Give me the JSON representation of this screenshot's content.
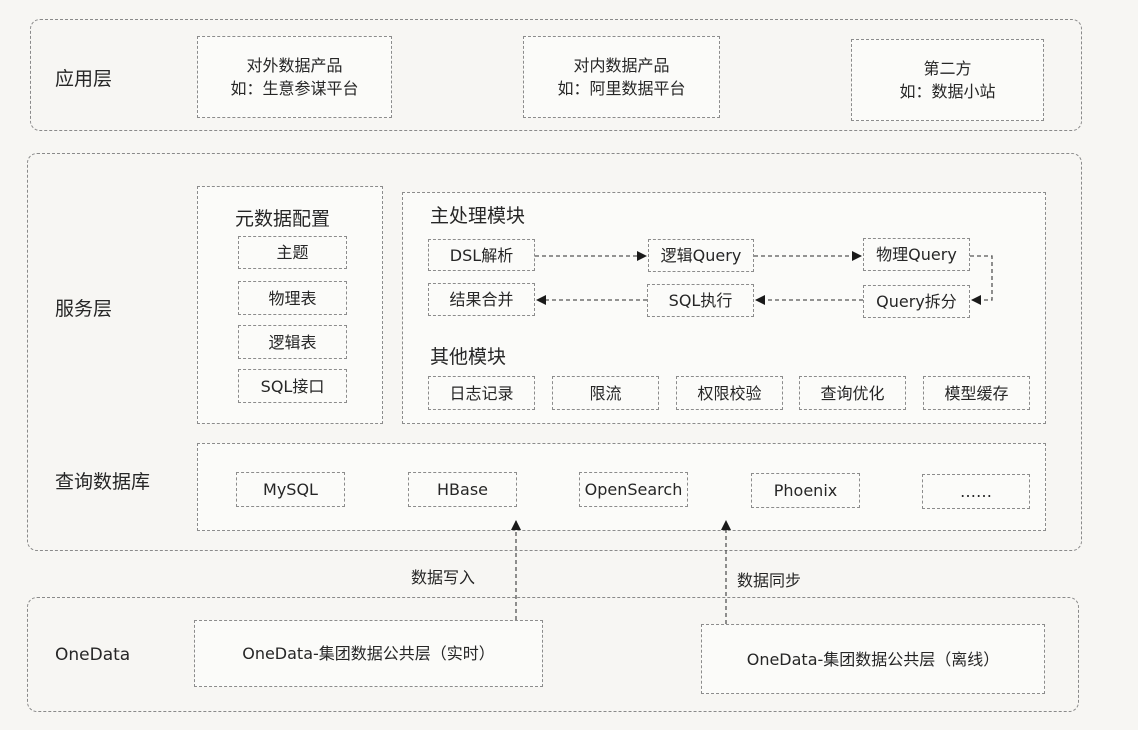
{
  "app_layer": {
    "label": "应用层",
    "products": [
      {
        "line1": "对外数据产品",
        "line2": "如：生意参谋平台"
      },
      {
        "line1": "对内数据产品",
        "line2": "如：阿里数据平台"
      },
      {
        "line1": "第二方",
        "line2": "如：数据小站"
      }
    ]
  },
  "service_layer": {
    "label": "服务层",
    "metadata_config": {
      "title": "元数据配置",
      "items": [
        "主题",
        "物理表",
        "逻辑表",
        "SQL接口"
      ]
    },
    "main_processing": {
      "title": "主处理模块",
      "steps": {
        "dsl_parse": "DSL解析",
        "logical_query": "逻辑Query",
        "physical_query": "物理Query",
        "query_split": "Query拆分",
        "sql_execute": "SQL执行",
        "result_merge": "结果合并"
      }
    },
    "other_modules": {
      "title": "其他模块",
      "items": [
        "日志记录",
        "限流",
        "权限校验",
        "查询优化",
        "模型缓存"
      ]
    }
  },
  "query_db": {
    "label": "查询数据库",
    "items": [
      "MySQL",
      "HBase",
      "OpenSearch",
      "Phoenix",
      "……"
    ]
  },
  "onedata": {
    "label": "OneData",
    "realtime": "OneData-集团数据公共层（实时）",
    "offline": "OneData-集团数据公共层（离线）",
    "write_label": "数据写入",
    "sync_label": "数据同步"
  }
}
